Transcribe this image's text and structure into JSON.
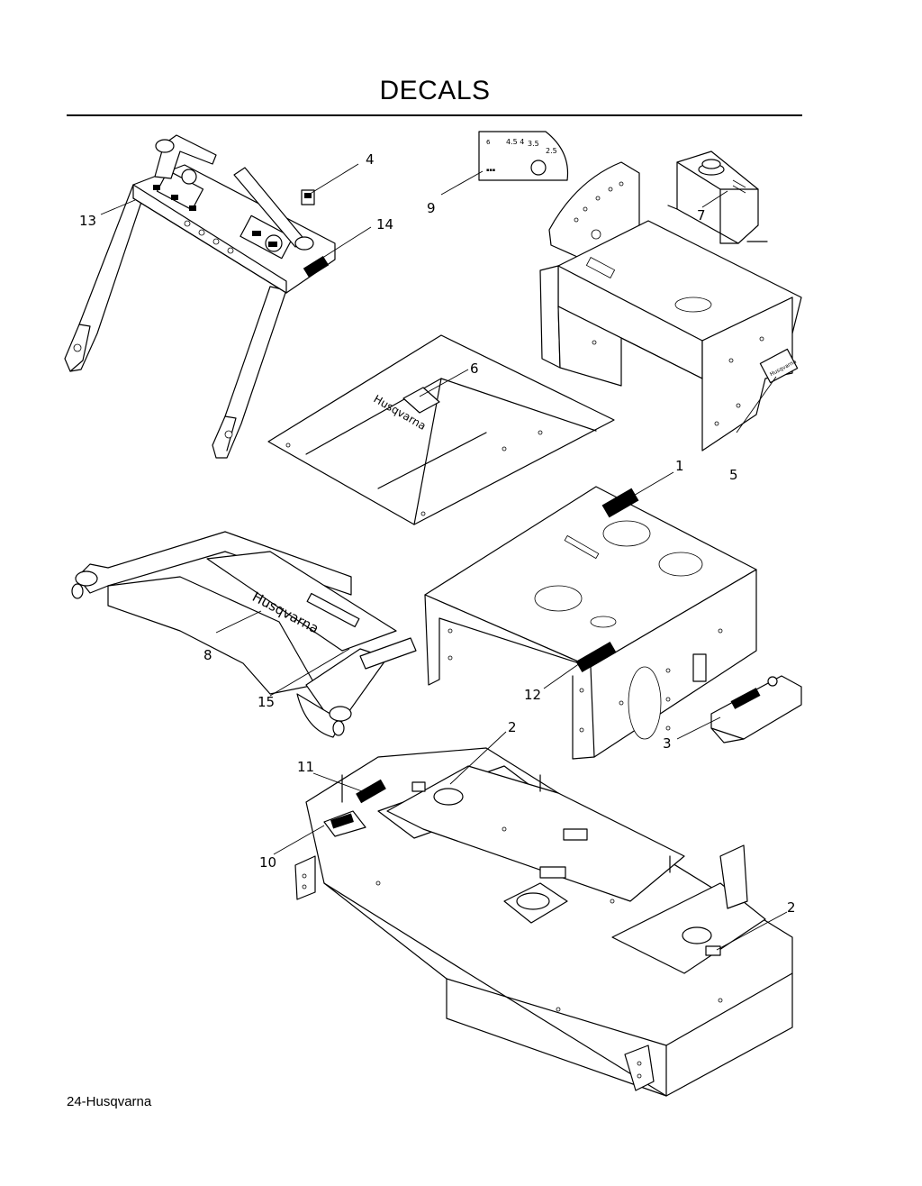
{
  "page": {
    "title": "DECALS",
    "footer": "24-Husqvarna"
  },
  "brand_text": "Husqvarna",
  "callouts": {
    "c1": "1",
    "c2a": "2",
    "c2b": "2",
    "c3": "3",
    "c4": "4",
    "c5": "5",
    "c6": "6",
    "c7": "7",
    "c8": "8",
    "c9": "9",
    "c10": "10",
    "c11": "11",
    "c12": "12",
    "c13": "13",
    "c14": "14",
    "c15": "15"
  }
}
